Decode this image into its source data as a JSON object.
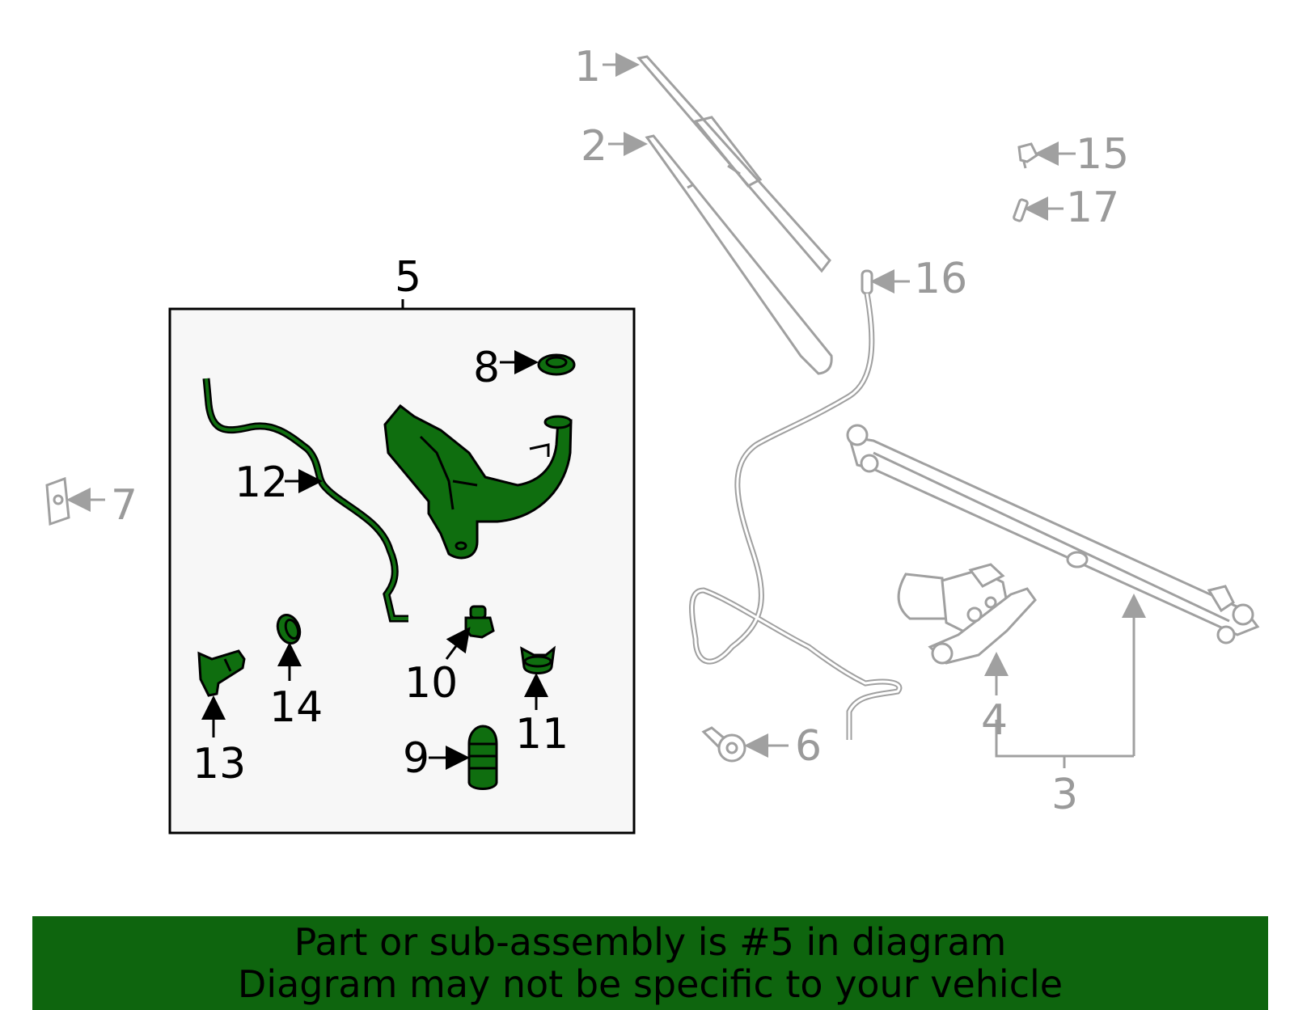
{
  "callouts": {
    "c1": "1",
    "c2": "2",
    "c3": "3",
    "c4": "4",
    "c5": "5",
    "c6": "6",
    "c7": "7",
    "c8": "8",
    "c9": "9",
    "c10": "10",
    "c11": "11",
    "c12": "12",
    "c13": "13",
    "c14": "14",
    "c15": "15",
    "c16": "16",
    "c17": "17"
  },
  "banner": {
    "line1": "Part or sub-assembly is #5 in diagram",
    "line2": "Diagram may not be specific to your vehicle"
  },
  "colors": {
    "highlight": "#0f6e0f",
    "banner": "#0e650e",
    "context_parts": "#a0a0a0"
  }
}
